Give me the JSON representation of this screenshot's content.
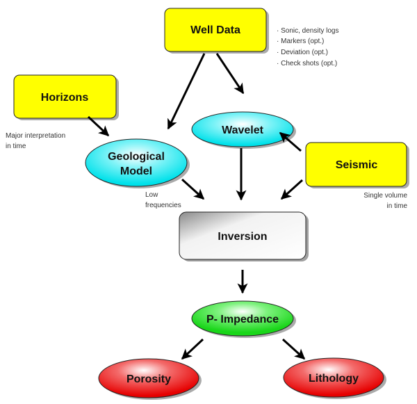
{
  "diagram": {
    "title": "Seismic inversion workflow",
    "colors": {
      "input_box": "#ffff00",
      "intermediate": "#00e5ee",
      "process_box": "#ffffff",
      "result_green": "#22dd22",
      "output_red": "#ee0000",
      "arrow": "#000000"
    },
    "nodes": {
      "well_data": {
        "label": "Well Data",
        "shape": "rounded-rect",
        "color": "yellow"
      },
      "horizons": {
        "label": "Horizons",
        "shape": "rounded-rect",
        "color": "yellow"
      },
      "wavelet": {
        "label": "Wavelet",
        "shape": "ellipse",
        "color": "cyan"
      },
      "geological_model": {
        "label_line1": "Geological",
        "label_line2": "Model",
        "shape": "ellipse",
        "color": "cyan"
      },
      "seismic": {
        "label": "Seismic",
        "shape": "rounded-rect",
        "color": "yellow"
      },
      "inversion": {
        "label": "Inversion",
        "shape": "rounded-rect",
        "color": "white-gray"
      },
      "p_impedance": {
        "label": "P- Impedance",
        "shape": "ellipse",
        "color": "green"
      },
      "porosity": {
        "label": "Porosity",
        "shape": "ellipse",
        "color": "red"
      },
      "lithology": {
        "label": "Lithology",
        "shape": "ellipse",
        "color": "red"
      }
    },
    "notes": {
      "well_data": [
        "· Sonic, density logs",
        "· Markers (opt.)",
        "· Deviation (opt.)",
        "· Check shots (opt.)"
      ],
      "horizons": [
        "Major interpretation",
        "in time"
      ],
      "geological_model": [
        "Low",
        "frequencies"
      ],
      "seismic": [
        "Single volume",
        "in time"
      ]
    },
    "edges": [
      {
        "from": "well_data",
        "to": "geological_model"
      },
      {
        "from": "well_data",
        "to": "wavelet"
      },
      {
        "from": "horizons",
        "to": "geological_model"
      },
      {
        "from": "seismic",
        "to": "wavelet"
      },
      {
        "from": "geological_model",
        "to": "inversion"
      },
      {
        "from": "wavelet",
        "to": "inversion"
      },
      {
        "from": "seismic",
        "to": "inversion"
      },
      {
        "from": "inversion",
        "to": "p_impedance"
      },
      {
        "from": "p_impedance",
        "to": "porosity"
      },
      {
        "from": "p_impedance",
        "to": "lithology"
      }
    ]
  }
}
